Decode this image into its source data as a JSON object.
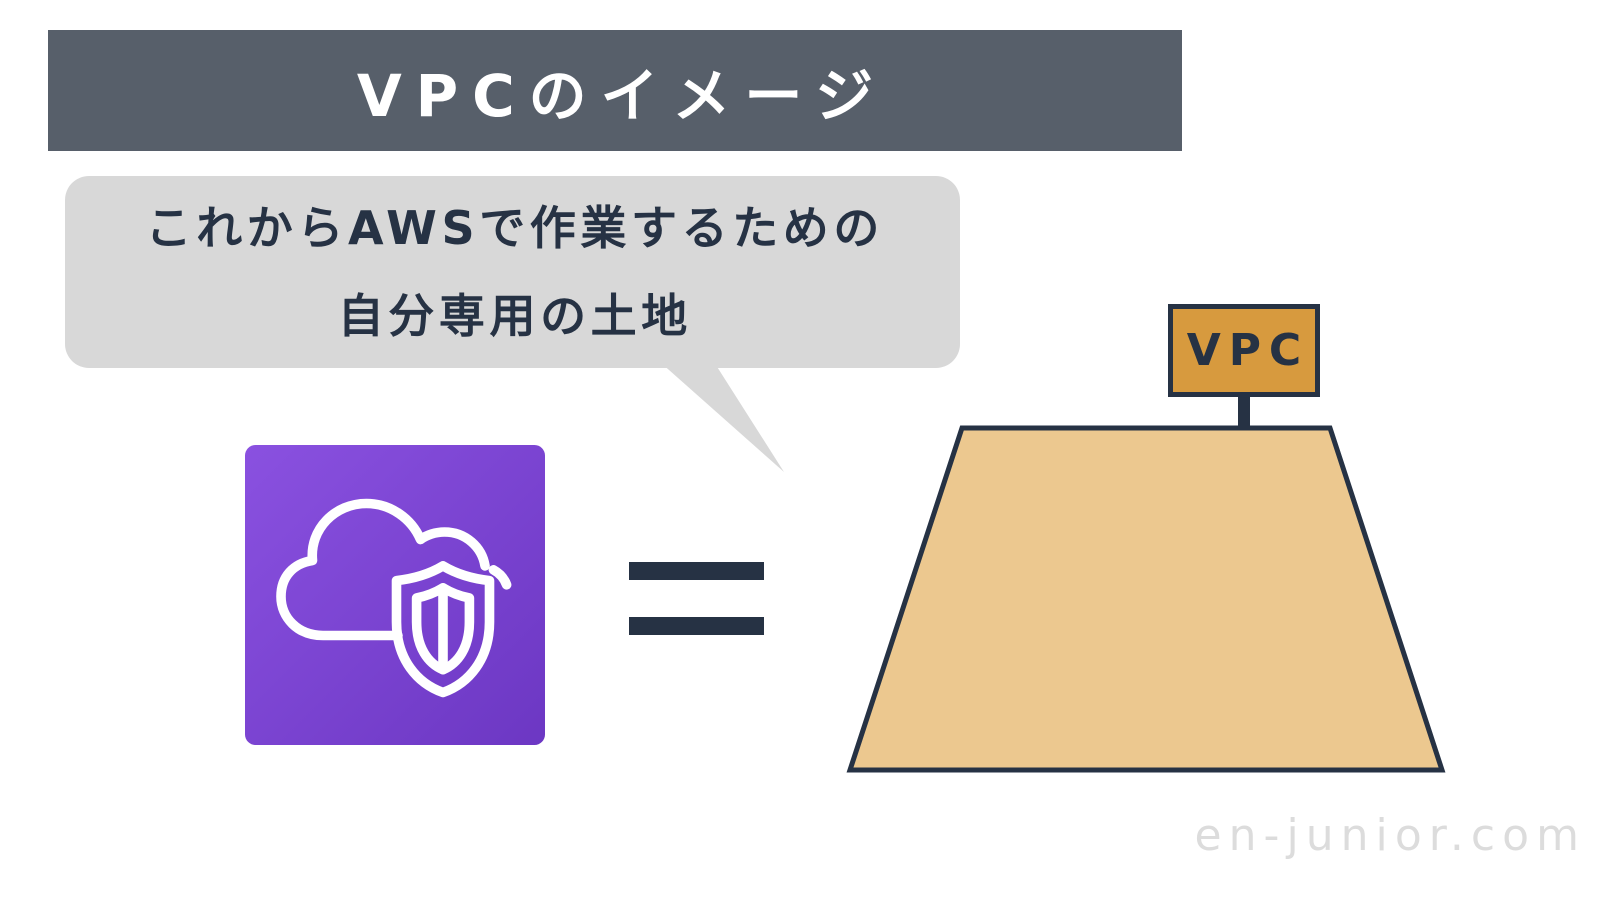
{
  "title_banner": {
    "text": "VPCのイメージ",
    "bg_color": "#575f6a",
    "text_color": "#ffffff"
  },
  "speech_bubble": {
    "line1": "これからAWSで作業するための",
    "line2": "自分専用の土地",
    "bg_color": "#d8d8d8",
    "text_color": "#263244"
  },
  "aws_vpc_icon": {
    "name": "aws-vpc-service-icon",
    "description": "cloud with shield line art",
    "gradient_top": "#8a51e0",
    "gradient_bottom": "#6c37c3",
    "line_color": "#ffffff"
  },
  "equals_sign": {
    "color": "#263244"
  },
  "land": {
    "shape": "trapezoid",
    "fill_color": "#ecc88f",
    "outline_color": "#263244",
    "sign": {
      "label": "VPC",
      "fill_color": "#d79a3e",
      "outline_color": "#263244",
      "text_color": "#263244"
    }
  },
  "watermark": {
    "text": "en-junior.com",
    "color": "#dcdcdc"
  }
}
